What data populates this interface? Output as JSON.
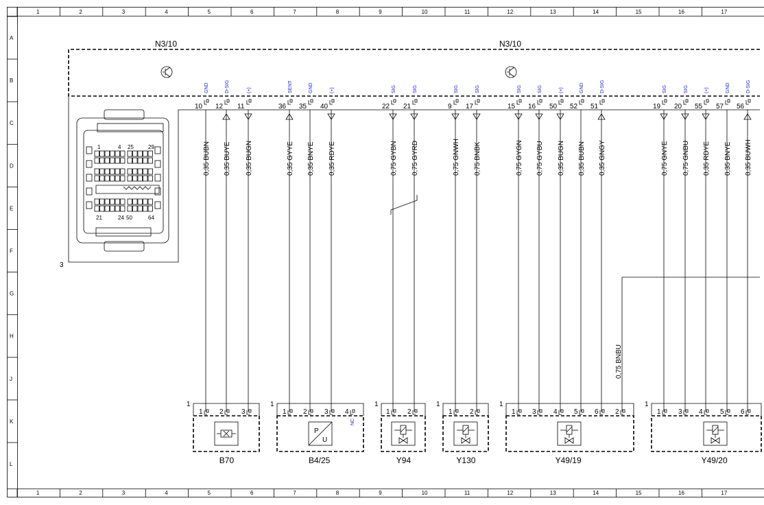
{
  "frame": {
    "col_labels": [
      "1",
      "2",
      "3",
      "4",
      "5",
      "6",
      "7",
      "8",
      "9",
      "10",
      "11",
      "12",
      "13",
      "14",
      "15",
      "16",
      "17"
    ],
    "row_labels": [
      "A",
      "B",
      "C",
      "D",
      "E",
      "F",
      "G",
      "H",
      "J",
      "K",
      "L"
    ]
  },
  "module": {
    "name_left": "N3/10",
    "name_right": "N3/10",
    "connector_ref": "3",
    "connector_pin_labels": [
      "1",
      "4",
      "25",
      "29",
      "21",
      "24",
      "50",
      "64"
    ]
  },
  "pins": [
    {
      "id": "p10",
      "num": "10",
      "sig": "GND",
      "arrow": "none",
      "wire": "0,35 BUBN"
    },
    {
      "id": "p12",
      "num": "12",
      "sig": "D-SIG",
      "arrow": "up",
      "wire": "0,35 BUYE"
    },
    {
      "id": "p11",
      "num": "11",
      "sig": "(+)",
      "arrow": "down",
      "wire": "0,35 BUGN"
    },
    {
      "id": "p36",
      "num": "36",
      "sig": "SENT",
      "arrow": "up",
      "wire": "0,35 GYYE"
    },
    {
      "id": "p35",
      "num": "35",
      "sig": "GND",
      "arrow": "none",
      "wire": "0,35 BNYE"
    },
    {
      "id": "p40",
      "num": "40",
      "sig": "(+)",
      "arrow": "down",
      "wire": "0,35 RDYE"
    },
    {
      "id": "p22",
      "num": "22",
      "sig": "SIG",
      "arrow": "down",
      "wire": "0,75 GYBN"
    },
    {
      "id": "p21",
      "num": "21",
      "sig": "SIG",
      "arrow": "down",
      "wire": "0,75 GYRD"
    },
    {
      "id": "p9",
      "num": "9",
      "sig": "SIG",
      "arrow": "down",
      "wire": "0,75 GNWH"
    },
    {
      "id": "p17",
      "num": "17",
      "sig": "SIG",
      "arrow": "down",
      "wire": "0,75 BNBK"
    },
    {
      "id": "p15",
      "num": "15",
      "sig": "SIG",
      "arrow": "down",
      "wire": "0,75 GYGN"
    },
    {
      "id": "p16",
      "num": "16",
      "sig": "SIG",
      "arrow": "down",
      "wire": "0,75 GYBU"
    },
    {
      "id": "p50",
      "num": "50",
      "sig": "(+)",
      "arrow": "down",
      "wire": "0,35 BUGN"
    },
    {
      "id": "p52",
      "num": "52",
      "sig": "GND",
      "arrow": "none",
      "wire": "0,35 BUBN"
    },
    {
      "id": "p51",
      "num": "51",
      "sig": "D-SIG",
      "arrow": "up",
      "wire": "0,35 GNGY"
    },
    {
      "id": "p19",
      "num": "19",
      "sig": "SIG",
      "arrow": "down",
      "wire": "0,75 GNYE"
    },
    {
      "id": "p20",
      "num": "20",
      "sig": "SIG",
      "arrow": "down",
      "wire": "0,75 GNBU"
    },
    {
      "id": "p55",
      "num": "55",
      "sig": "(+)",
      "arrow": "down",
      "wire": "0,35 RDYE"
    },
    {
      "id": "p57",
      "num": "57",
      "sig": "GND",
      "arrow": "none",
      "wire": "0,35 BNYE"
    },
    {
      "id": "p56",
      "num": "56",
      "sig": "D-SIG",
      "arrow": "up",
      "wire": "0,35 BUWH"
    }
  ],
  "extra_wire": "0,75 BNBU",
  "components": [
    {
      "id": "B70",
      "name": "B70",
      "conn": "1",
      "pins": [
        "1",
        "2",
        "3"
      ],
      "symbol": "sensor"
    },
    {
      "id": "B4-25",
      "name": "B4/25",
      "conn": "1",
      "pins": [
        "1",
        "2",
        "3",
        "4"
      ],
      "symbol": "pressure",
      "nc": "NC",
      "pu_p": "P",
      "pu_u": "U"
    },
    {
      "id": "Y94",
      "name": "Y94",
      "conn": "1",
      "pins": [
        "1",
        "2"
      ],
      "symbol": "valve"
    },
    {
      "id": "Y130",
      "name": "Y130",
      "conn": "1",
      "pins": [
        "1",
        "2"
      ],
      "symbol": "valve"
    },
    {
      "id": "Y49-19",
      "name": "Y49/19",
      "conn": "1",
      "pins": [
        "1",
        "3",
        "4",
        "5",
        "6",
        "2"
      ],
      "symbol": "valve"
    },
    {
      "id": "Y49-20",
      "name": "Y49/20",
      "conn": "1",
      "pins": [
        "1",
        "3",
        "4",
        "5",
        "6"
      ],
      "symbol": "valve"
    }
  ]
}
